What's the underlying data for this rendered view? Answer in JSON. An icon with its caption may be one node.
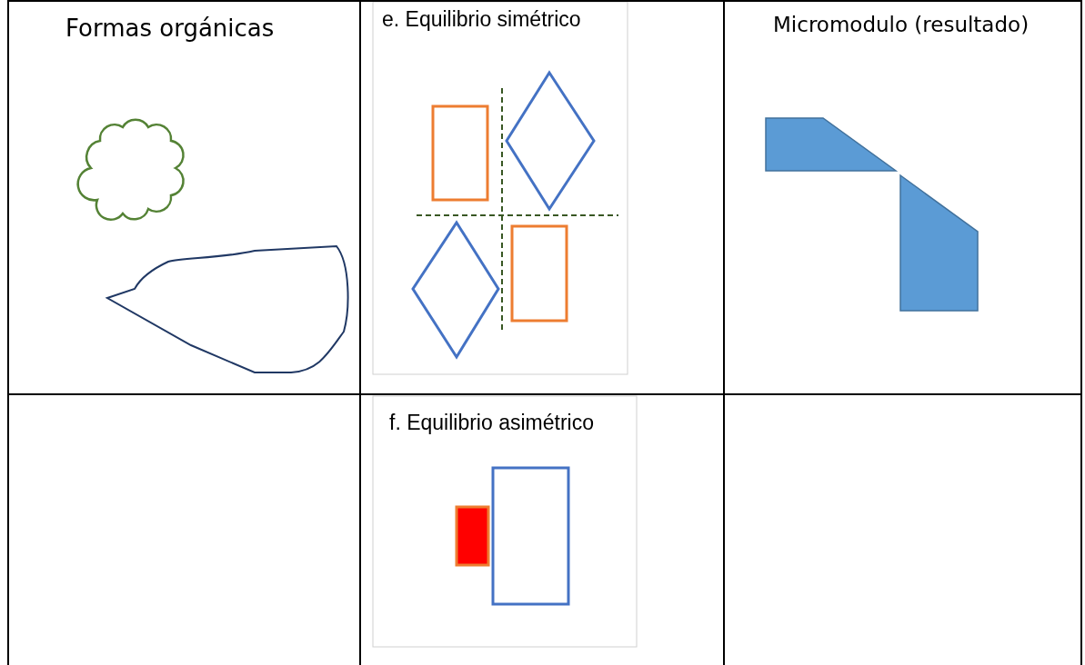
{
  "diagram": {
    "labels": [
      "Formas orgánicas",
      "e. Equilibrio simétrico",
      "Micromodulo (resultado)",
      "f. Equilibrio asimétrico"
    ]
  }
}
